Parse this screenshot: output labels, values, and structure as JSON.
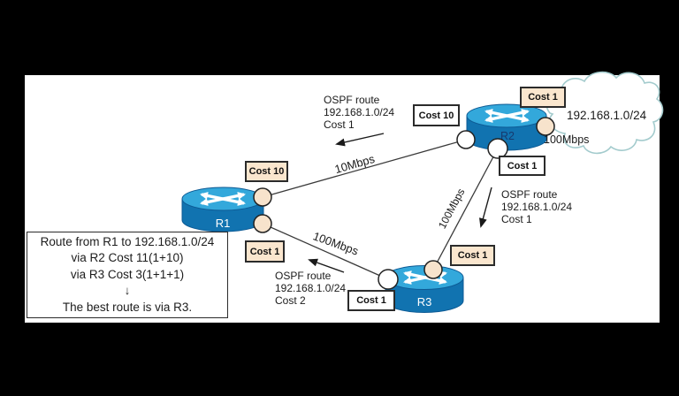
{
  "colors": {
    "page_bg": "#000000",
    "canvas_bg": "#ffffff",
    "router_top": "#33a8db",
    "router_body": "#1173b0",
    "peach": "#fae6ce",
    "cloud_stroke": "#a3cbcd",
    "line": "#1a1a1a"
  },
  "routers": {
    "r1": {
      "label": "R1"
    },
    "r2": {
      "label": "R2"
    },
    "r3": {
      "label": "R3"
    }
  },
  "cloud": {
    "network": "192.168.1.0/24"
  },
  "links": {
    "r1_r2": {
      "speed": "10Mbps"
    },
    "r1_r3": {
      "speed": "100Mbps"
    },
    "r2_r3": {
      "speed": "100Mbps"
    },
    "r2_cloud": {
      "speed": "100Mbps"
    }
  },
  "cost_labels": {
    "r2_cloud_cost": "Cost 1",
    "r2_to_r1_cost": "Cost 10",
    "r1_to_r2_cost": "Cost 10",
    "r2_to_r3_cost": "Cost 1",
    "r1_to_r3_cost": "Cost 1",
    "r3_to_r2_cost": "Cost 1",
    "r3_to_r1_cost": "Cost 1"
  },
  "annotations": {
    "top": {
      "line1": "OSPF route",
      "line2": "192.168.1.0/24",
      "line3": "Cost 1"
    },
    "right": {
      "line1": "OSPF route",
      "line2": "192.168.1.0/24",
      "line3": "Cost 1"
    },
    "bottom": {
      "line1": "OSPF route",
      "line2": "192.168.1.0/24",
      "line3": "Cost 2"
    }
  },
  "conclusion": {
    "line1": "Route from R1 to 192.168.1.0/24",
    "line2": "via R2 Cost 11(1+10)",
    "line3": "via R3 Cost 3(1+1+1)",
    "arrow": "↓",
    "line4": "The best route is via R3."
  }
}
